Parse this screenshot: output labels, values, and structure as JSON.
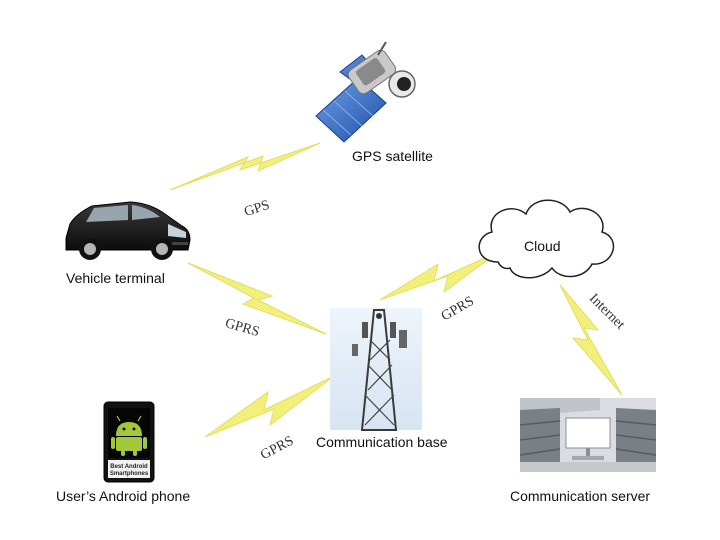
{
  "nodes": {
    "satellite": {
      "label": "GPS satellite",
      "icon": "satellite-icon"
    },
    "vehicle": {
      "label": "Vehicle terminal",
      "icon": "car-icon"
    },
    "cloud": {
      "label": "Cloud",
      "icon": "cloud-icon"
    },
    "base": {
      "label": "Communication base",
      "icon": "cell-tower-icon"
    },
    "phone": {
      "label": "User’s Android phone",
      "icon": "android-phone-icon",
      "screen_text_1": "Best Android",
      "screen_text_2": "Smartphones"
    },
    "server": {
      "label": "Communication server",
      "icon": "server-room-icon"
    }
  },
  "links": {
    "gps": {
      "label": "GPS"
    },
    "gprs_vehicle": {
      "label": "GPRS"
    },
    "gprs_cloud": {
      "label": "GPRS"
    },
    "gprs_phone": {
      "label": "GPRS"
    },
    "internet": {
      "label": "Internet"
    }
  },
  "colors": {
    "lightning": "#f2f07a",
    "lightning_stroke": "#e6e36a",
    "panel_blue": "#2f66c4",
    "android_green": "#a4c639",
    "car_black": "#1a1a1a"
  }
}
